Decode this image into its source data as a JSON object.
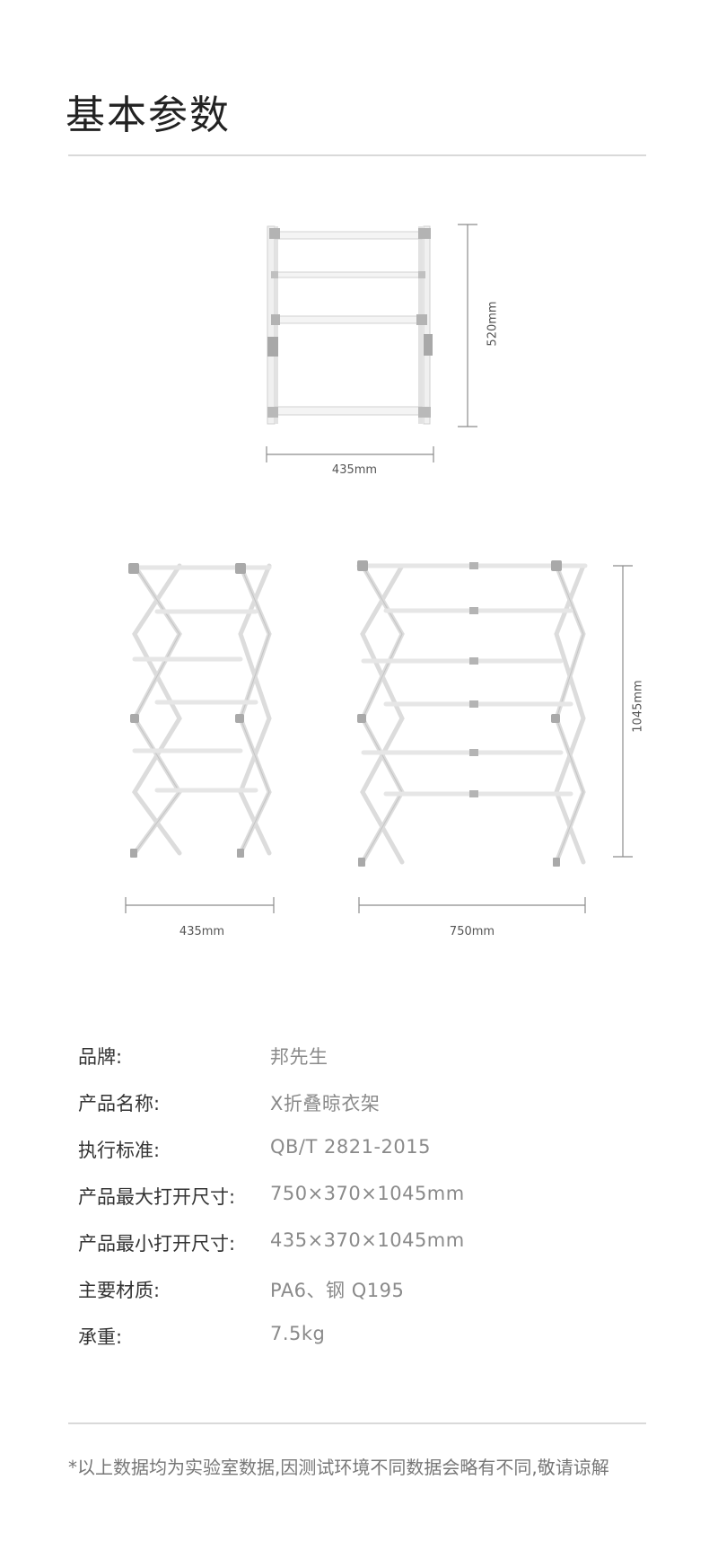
{
  "header": {
    "title": "基本参数"
  },
  "dimensions": {
    "top_view_height": "520mm",
    "top_view_width": "435mm",
    "folded_width": "435mm",
    "expanded_width": "750mm",
    "rack_height": "1045mm"
  },
  "specs": [
    {
      "key": "品牌:",
      "value": "邦先生"
    },
    {
      "key": "产品名称:",
      "value": "X折叠晾衣架"
    },
    {
      "key": "执行标准:",
      "value": "QB/T 2821-2015"
    },
    {
      "key": "产品最大打开尺寸:",
      "value": "750×370×1045mm"
    },
    {
      "key": "产品最小打开尺寸:",
      "value": "435×370×1045mm"
    },
    {
      "key": "主要材质:",
      "value": "PA6、钢 Q195"
    },
    {
      "key": "承重:",
      "value": "7.5kg"
    }
  ],
  "footnote": "*以上数据均为实验室数据,因测试环境不同数据会略有不同,敬请谅解",
  "colors": {
    "frame": "#e4e4e4",
    "frame_edge": "#c9c9c9",
    "joint": "#a9a9a9",
    "dim_line": "#8c8c8c",
    "rule": "#d9d9d9"
  }
}
